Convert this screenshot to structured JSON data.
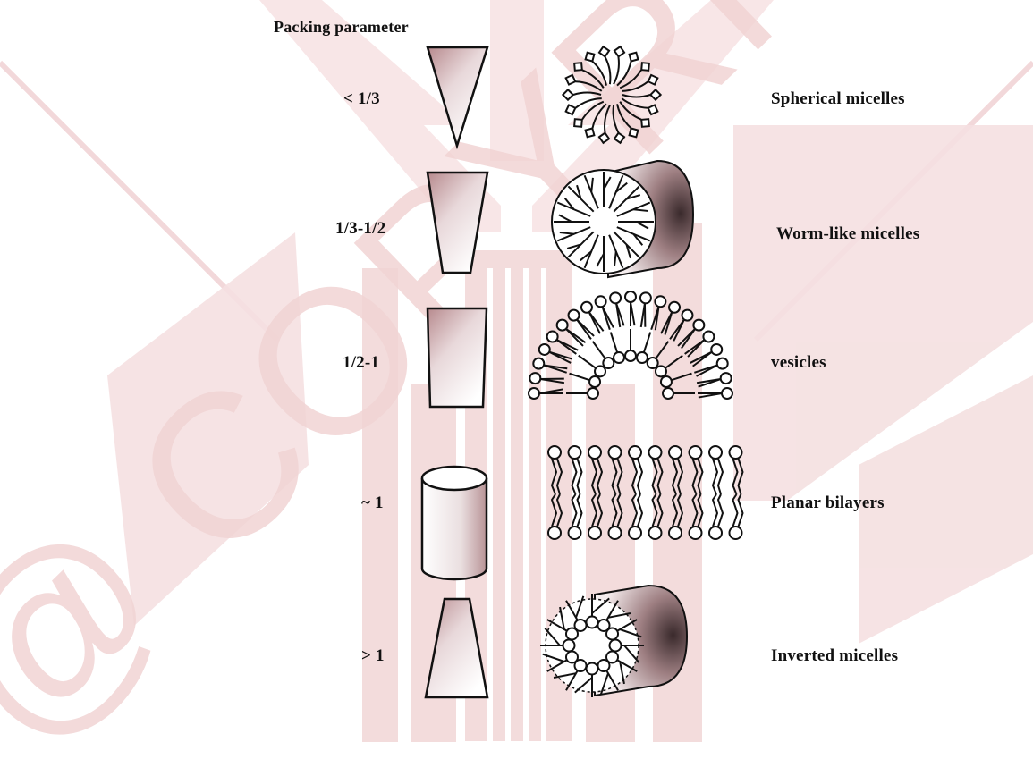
{
  "header": {
    "title": "Packing parameter"
  },
  "rows": [
    {
      "value": "< 1/3",
      "structure": "Spherical micelles",
      "shape_icon": "cone-icon",
      "aggregate_icon": "spherical-micelle-icon"
    },
    {
      "value": "1/3-1/2",
      "structure": "Worm-like micelles",
      "shape_icon": "truncated-cone-icon",
      "aggregate_icon": "worm-like-micelle-icon"
    },
    {
      "value": "1/2-1",
      "structure": "vesicles",
      "shape_icon": "slightly-truncated-cone-icon",
      "aggregate_icon": "vesicle-icon"
    },
    {
      "value": "~ 1",
      "structure": "Planar bilayers",
      "shape_icon": "cylinder-icon",
      "aggregate_icon": "planar-bilayer-icon"
    },
    {
      "value": "> 1",
      "structure": "Inverted micelles",
      "shape_icon": "inverted-truncated-cone-icon",
      "aggregate_icon": "inverted-micelle-icon"
    }
  ],
  "watermark": {
    "text": "@ COPYRIGHT",
    "color": "#c8323c"
  }
}
